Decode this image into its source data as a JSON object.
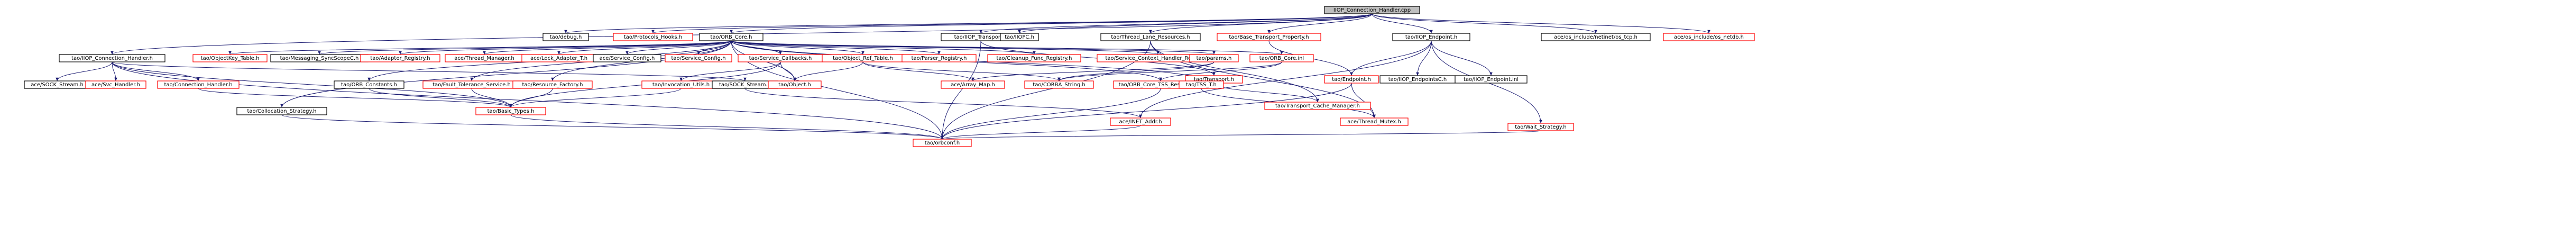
{
  "colors": {
    "root_fill": "#bfbfbf",
    "root_border": "#000000",
    "node_border_normal": "#000000",
    "node_border_nodoc": "#ff0000",
    "edge_color": "#191970",
    "background": "#ffffff"
  },
  "nodes": [
    {
      "id": "n0",
      "label": "IIOP_Connection_Handler.cpp",
      "style": "root"
    },
    {
      "id": "n1",
      "label": "tao/debug.h",
      "style": "normal"
    },
    {
      "id": "n2",
      "label": "tao/Protocols_Hooks.h",
      "style": "nodoc"
    },
    {
      "id": "n3",
      "label": "tao/ORB_Core.h",
      "style": "normal"
    },
    {
      "id": "n4",
      "label": "tao/IIOP_Transport.h",
      "style": "normal"
    },
    {
      "id": "n5",
      "label": "tao/IIOPC.h",
      "style": "normal"
    },
    {
      "id": "n6",
      "label": "tao/Thread_Lane_Resources.h",
      "style": "normal"
    },
    {
      "id": "n7",
      "label": "tao/Base_Transport_Property.h",
      "style": "nodoc"
    },
    {
      "id": "n8",
      "label": "tao/IIOP_Endpoint.h",
      "style": "normal"
    },
    {
      "id": "n9",
      "label": "ace/os_include/netinet/os_tcp.h",
      "style": "normal"
    },
    {
      "id": "n10",
      "label": "ace/os_include/os_netdb.h",
      "style": "nodoc"
    },
    {
      "id": "n11",
      "label": "tao/IIOP_Connection_Handler.h",
      "style": "normal"
    },
    {
      "id": "n12",
      "label": "tao/ObjectKey_Table.h",
      "style": "nodoc"
    },
    {
      "id": "n13",
      "label": "tao/Messaging_SyncScopeC.h",
      "style": "normal"
    },
    {
      "id": "n14",
      "label": "tao/Adapter_Registry.h",
      "style": "nodoc"
    },
    {
      "id": "n15",
      "label": "ace/Thread_Manager.h",
      "style": "nodoc"
    },
    {
      "id": "n16",
      "label": "ace/Lock_Adapter_T.h",
      "style": "nodoc"
    },
    {
      "id": "n17",
      "label": "ace/Service_Config.h",
      "style": "normal"
    },
    {
      "id": "n18",
      "label": "tao/Service_Config.h",
      "style": "nodoc"
    },
    {
      "id": "n19",
      "label": "tao/Service_Callbacks.h",
      "style": "nodoc"
    },
    {
      "id": "n20",
      "label": "tao/Object_Ref_Table.h",
      "style": "nodoc"
    },
    {
      "id": "n21",
      "label": "tao/Parser_Registry.h",
      "style": "nodoc"
    },
    {
      "id": "n22",
      "label": "tao/Cleanup_Func_Registry.h",
      "style": "nodoc"
    },
    {
      "id": "n23",
      "label": "tao/Service_Context_Handler_Registry.h",
      "style": "nodoc"
    },
    {
      "id": "n24",
      "label": "tao/params.h",
      "style": "nodoc"
    },
    {
      "id": "n25",
      "label": "tao/ORB_Core.inl",
      "style": "nodoc"
    },
    {
      "id": "n26",
      "label": "tao/Transport.h",
      "style": "nodoc"
    },
    {
      "id": "n27",
      "label": "tao/Endpoint.h",
      "style": "nodoc"
    },
    {
      "id": "n28",
      "label": "tao/IIOP_EndpointsC.h",
      "style": "normal"
    },
    {
      "id": "n29",
      "label": "tao/IIOP_Endpoint.inl",
      "style": "normal"
    },
    {
      "id": "n30",
      "label": "ace/SOCK_Stream.h",
      "style": "normal"
    },
    {
      "id": "n31",
      "label": "ace/Svc_Handler.h",
      "style": "nodoc"
    },
    {
      "id": "n32",
      "label": "tao/Connection_Handler.h",
      "style": "nodoc"
    },
    {
      "id": "n33",
      "label": "tao/ORB_Constants.h",
      "style": "normal"
    },
    {
      "id": "n34",
      "label": "tao/Fault_Tolerance_Service.h",
      "style": "nodoc"
    },
    {
      "id": "n35",
      "label": "tao/Resource_Factory.h",
      "style": "nodoc"
    },
    {
      "id": "n36",
      "label": "tao/Invocation_Utils.h",
      "style": "nodoc"
    },
    {
      "id": "n37",
      "label": "tao/SOCK_Stream.h",
      "style": "normal"
    },
    {
      "id": "n38",
      "label": "tao/Object.h",
      "style": "nodoc"
    },
    {
      "id": "n39",
      "label": "ace/Array_Map.h",
      "style": "nodoc"
    },
    {
      "id": "n40",
      "label": "tao/CORBA_String.h",
      "style": "nodoc"
    },
    {
      "id": "n41",
      "label": "tao/ORB_Core_TSS_Resources.h",
      "style": "nodoc"
    },
    {
      "id": "n42",
      "label": "tao/TSS_T.h",
      "style": "nodoc"
    },
    {
      "id": "n43",
      "label": "tao/Transport_Cache_Manager.h",
      "style": "nodoc"
    },
    {
      "id": "n44",
      "label": "tao/Collocation_Strategy.h",
      "style": "normal"
    },
    {
      "id": "n45",
      "label": "tao/Basic_Types.h",
      "style": "nodoc"
    },
    {
      "id": "n46",
      "label": "ace/INET_Addr.h",
      "style": "nodoc"
    },
    {
      "id": "n47",
      "label": "ace/Thread_Mutex.h",
      "style": "nodoc"
    },
    {
      "id": "n48",
      "label": "tao/Wait_Strategy.h",
      "style": "nodoc"
    },
    {
      "id": "n49",
      "label": "tao/orbconf.h",
      "style": "nodoc"
    }
  ],
  "edges": [
    [
      "n0",
      "n1"
    ],
    [
      "n0",
      "n2"
    ],
    [
      "n0",
      "n3"
    ],
    [
      "n0",
      "n4"
    ],
    [
      "n0",
      "n5"
    ],
    [
      "n0",
      "n6"
    ],
    [
      "n0",
      "n7"
    ],
    [
      "n0",
      "n8"
    ],
    [
      "n0",
      "n9"
    ],
    [
      "n0",
      "n10"
    ],
    [
      "n0",
      "n11"
    ],
    [
      "n3",
      "n12"
    ],
    [
      "n3",
      "n13"
    ],
    [
      "n3",
      "n14"
    ],
    [
      "n3",
      "n15"
    ],
    [
      "n3",
      "n16"
    ],
    [
      "n3",
      "n17"
    ],
    [
      "n3",
      "n18"
    ],
    [
      "n3",
      "n19"
    ],
    [
      "n3",
      "n20"
    ],
    [
      "n3",
      "n21"
    ],
    [
      "n3",
      "n22"
    ],
    [
      "n3",
      "n23"
    ],
    [
      "n3",
      "n24"
    ],
    [
      "n3",
      "n25"
    ],
    [
      "n3",
      "n33"
    ],
    [
      "n3",
      "n34"
    ],
    [
      "n3",
      "n35"
    ],
    [
      "n3",
      "n38"
    ],
    [
      "n3",
      "n41"
    ],
    [
      "n3",
      "n42"
    ],
    [
      "n3",
      "n44"
    ],
    [
      "n3",
      "n49"
    ],
    [
      "n4",
      "n26"
    ],
    [
      "n4",
      "n49"
    ],
    [
      "n6",
      "n43"
    ],
    [
      "n6",
      "n47"
    ],
    [
      "n6",
      "n49"
    ],
    [
      "n7",
      "n27"
    ],
    [
      "n8",
      "n27"
    ],
    [
      "n8",
      "n28"
    ],
    [
      "n8",
      "n29"
    ],
    [
      "n8",
      "n48"
    ],
    [
      "n8",
      "n46"
    ],
    [
      "n11",
      "n30"
    ],
    [
      "n11",
      "n31"
    ],
    [
      "n11",
      "n32"
    ],
    [
      "n11",
      "n45"
    ],
    [
      "n11",
      "n49"
    ],
    [
      "n11",
      "n37"
    ],
    [
      "n19",
      "n36"
    ],
    [
      "n19",
      "n38"
    ],
    [
      "n19",
      "n45"
    ],
    [
      "n20",
      "n38"
    ],
    [
      "n20",
      "n39"
    ],
    [
      "n20",
      "n40"
    ],
    [
      "n24",
      "n39"
    ],
    [
      "n24",
      "n40"
    ],
    [
      "n25",
      "n41"
    ],
    [
      "n25",
      "n40"
    ],
    [
      "n26",
      "n43"
    ],
    [
      "n27",
      "n47"
    ],
    [
      "n27",
      "n49"
    ],
    [
      "n32",
      "n45"
    ],
    [
      "n33",
      "n45"
    ],
    [
      "n34",
      "n45"
    ],
    [
      "n35",
      "n45"
    ],
    [
      "n36",
      "n45"
    ],
    [
      "n37",
      "n46"
    ],
    [
      "n41",
      "n49"
    ],
    [
      "n42",
      "n47"
    ],
    [
      "n44",
      "n49"
    ],
    [
      "n45",
      "n49"
    ],
    [
      "n46",
      "n49"
    ],
    [
      "n48",
      "n49"
    ]
  ]
}
